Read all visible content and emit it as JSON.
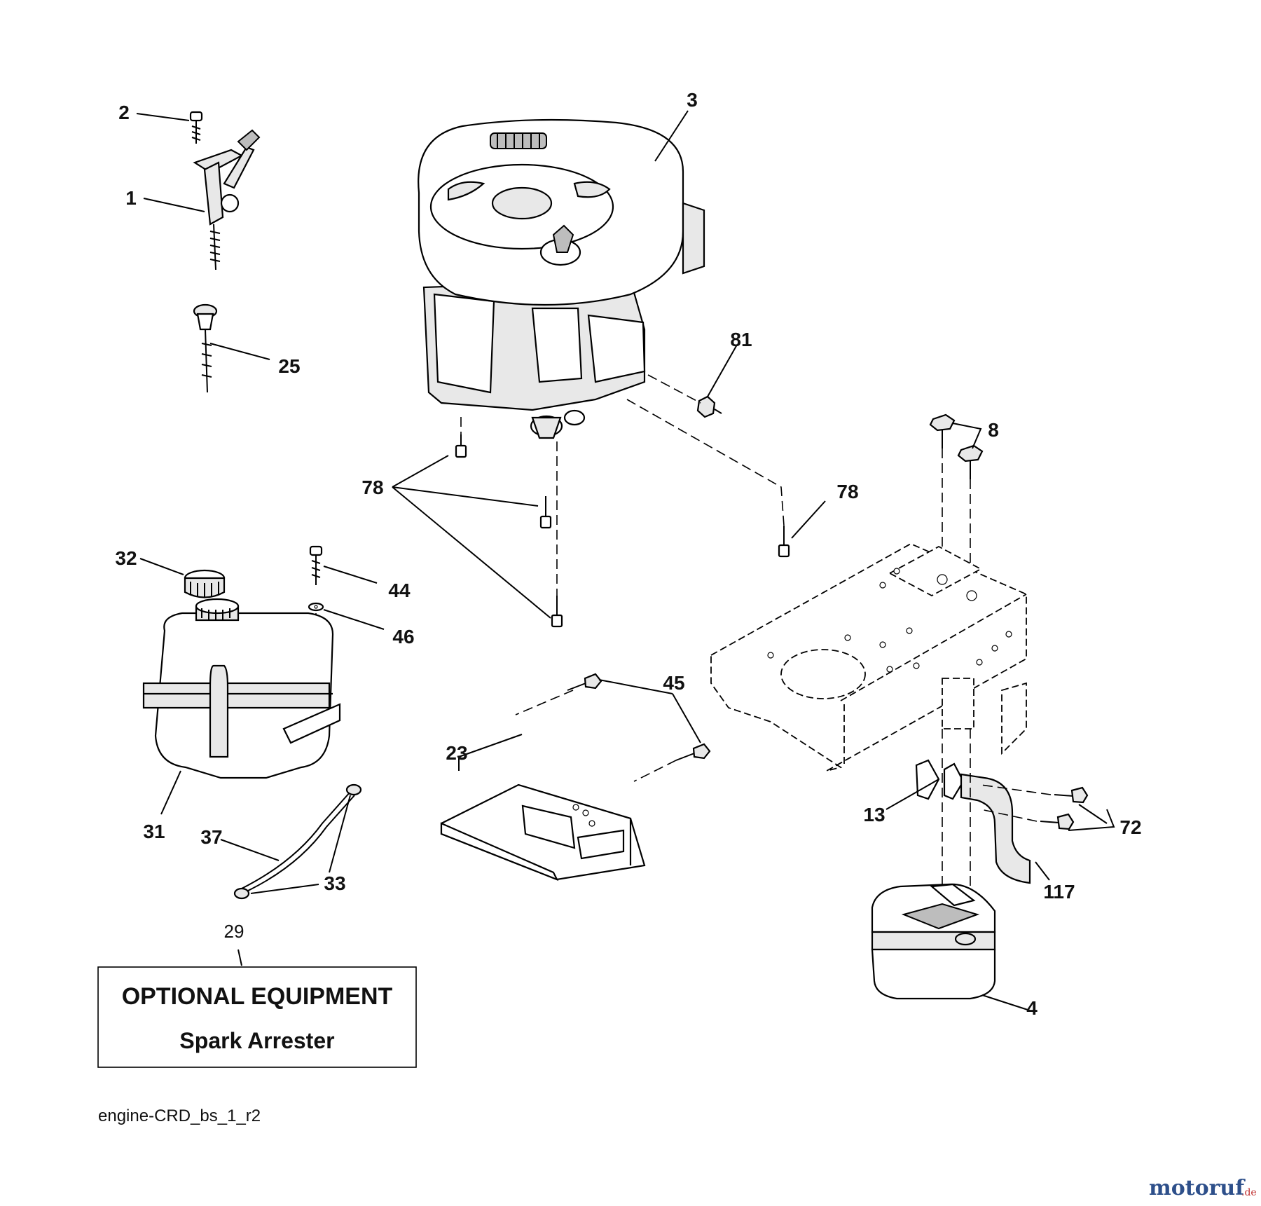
{
  "callouts": {
    "c1": "1",
    "c2": "2",
    "c3": "3",
    "c4": "4",
    "c8": "8",
    "c13": "13",
    "c23": "23",
    "c25": "25",
    "c29": "29",
    "c31": "31",
    "c32": "32",
    "c33": "33",
    "c37": "37",
    "c44": "44",
    "c45": "45",
    "c46": "46",
    "c72": "72",
    "c78a": "78",
    "c78b": "78",
    "c81": "81",
    "c117": "117"
  },
  "optional_box": {
    "title": "OPTIONAL EQUIPMENT",
    "item": "Spark Arrester"
  },
  "diagram_id": "engine-CRD_bs_1_r2",
  "watermark": {
    "brand": "motoruf",
    "suffix": ".de"
  }
}
